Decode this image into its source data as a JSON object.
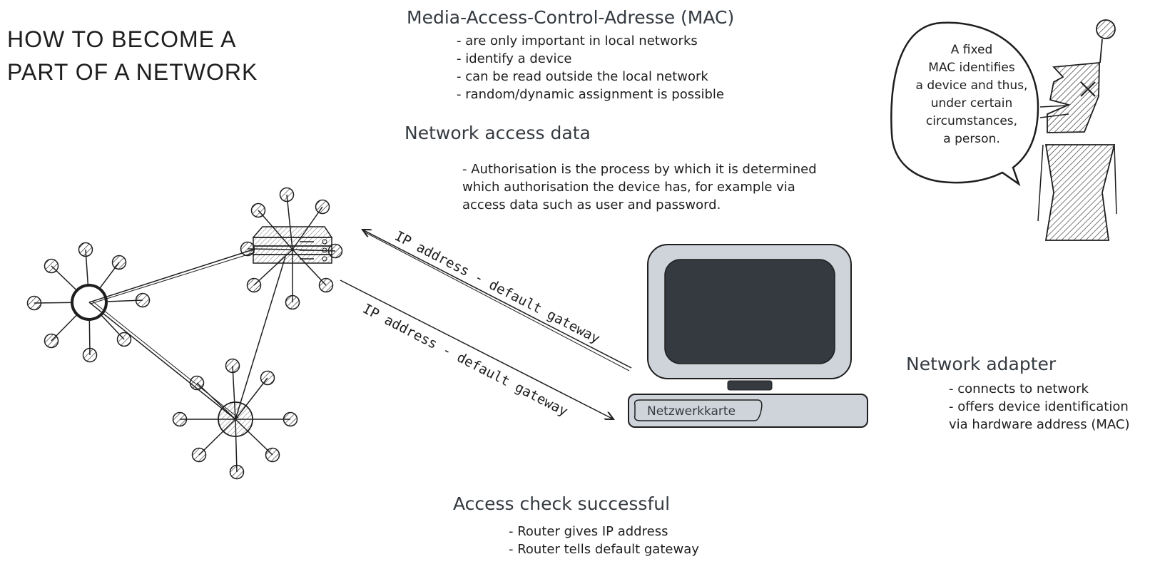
{
  "title": {
    "line1": "HOW TO BECOME A",
    "line2": "PART OF A NETWORK"
  },
  "mac_section": {
    "heading": "Media-Access-Control-Adresse (MAC)",
    "items": [
      "- are only important in local networks",
      "- identify a device",
      "- can be read outside the local network",
      "- random/dynamic assignment is possible"
    ]
  },
  "access_data_section": {
    "heading": "Network access data",
    "lines": [
      "- Authorisation is the process by which it is determined",
      "which authorisation the device has, for example via",
      "access data such as user and password."
    ]
  },
  "speech_bubble": {
    "lines": [
      "A fixed",
      "MAC identifies",
      "a device and thus,",
      "under certain",
      "circumstances,",
      "a person."
    ]
  },
  "arrows": {
    "upper_label": "IP address - default gateway",
    "lower_label": "IP address - default gateway"
  },
  "computer": {
    "nic_label": "Netzwerkkarte"
  },
  "adapter_section": {
    "heading": "Network adapter",
    "lines": [
      "- connects to network",
      "- offers device identification",
      "via hardware address (MAC)"
    ]
  },
  "access_check_section": {
    "heading": "Access check successful",
    "lines": [
      "- Router gives IP address",
      "- Router tells default gateway"
    ]
  },
  "colors": {
    "ink": "#1e1e1e",
    "heading": "#343a40",
    "screen": "#343a40",
    "monitor_fill": "#ced4da"
  }
}
